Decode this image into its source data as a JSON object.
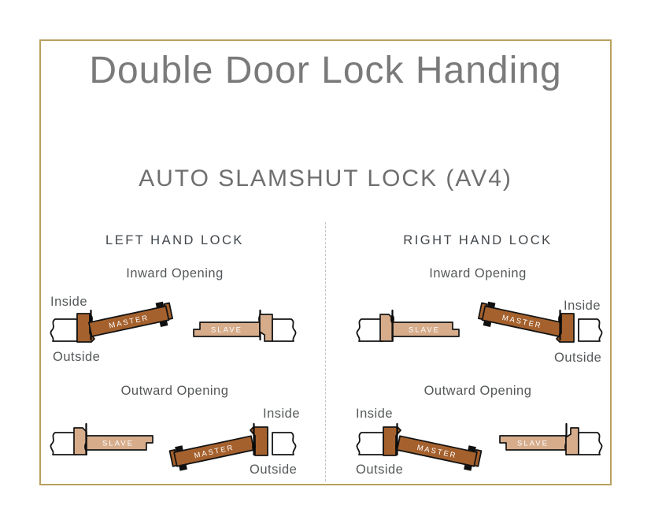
{
  "page": {
    "title": "Double Door Lock Handing",
    "subtitle": "AUTO SLAMSHUT LOCK (AV4)"
  },
  "sections": {
    "left": {
      "title": "LEFT HAND LOCK",
      "inward": "Inward Opening",
      "outward": "Outward Opening"
    },
    "right": {
      "title": "RIGHT HAND LOCK",
      "inward": "Inward Opening",
      "outward": "Outward Opening"
    }
  },
  "labels": {
    "inside": "Inside",
    "outside": "Outside",
    "master": "MASTER",
    "slave": "SLAVE"
  },
  "colors": {
    "master_door": "#A5612D",
    "slave_door": "#D6AC8B",
    "frame_border": "#B9A05E",
    "title_text": "#7A7A7A",
    "subtitle_text": "#6F6F6F",
    "heading_text": "#41464B",
    "label_text": "#55585A",
    "outline": "#141414"
  }
}
